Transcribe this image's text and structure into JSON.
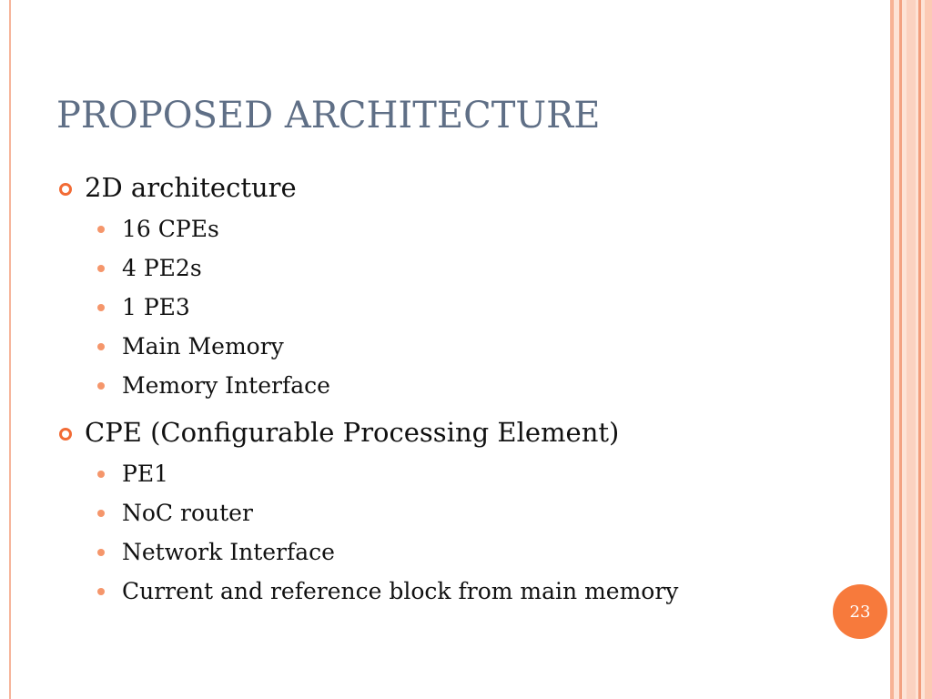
{
  "slide": {
    "title": "PROPOSED ARCHITECTURE",
    "page_number": "23",
    "bullets": [
      {
        "text": "2D architecture",
        "sub": [
          "16 CPEs",
          "4 PE2s",
          "1 PE3",
          "Main Memory",
          "Memory Interface"
        ]
      },
      {
        "text": "CPE (Configurable Processing Element)",
        "sub": [
          "PE1",
          "NoC router",
          "Network Interface",
          "Current and reference block from main memory"
        ]
      }
    ]
  },
  "colors": {
    "title": "#5f6f86",
    "accent": "#f26b35",
    "sub_bullet": "#f5966b",
    "badge": "#f77a3c"
  }
}
